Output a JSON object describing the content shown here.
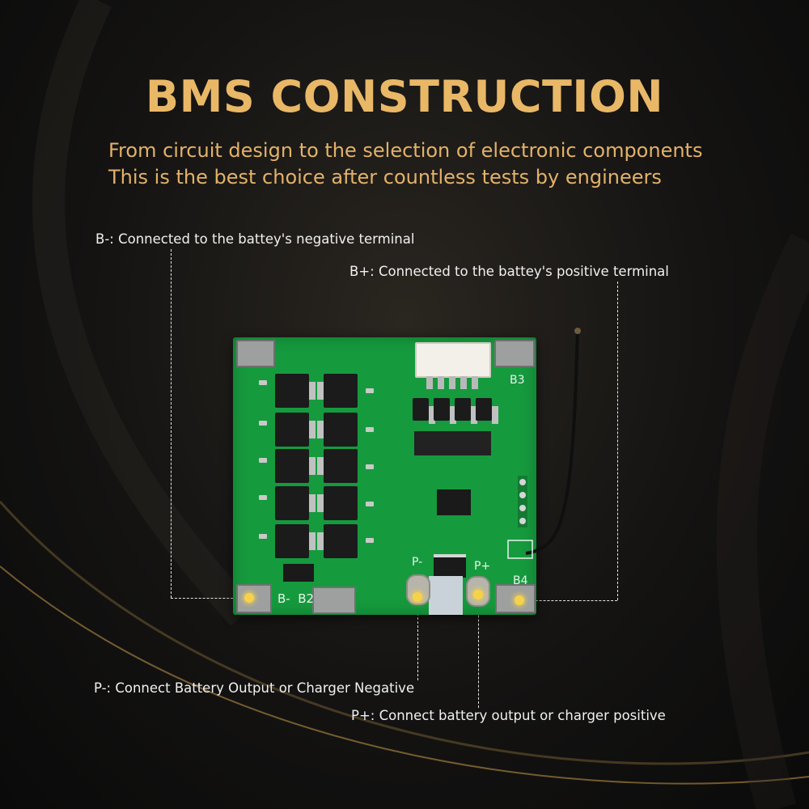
{
  "header": {
    "title": "BMS CONSTRUCTION",
    "subtitle_line1": "From circuit design to the selection of electronic components",
    "subtitle_line2": "This is the best choice after countless tests by engineers"
  },
  "callouts": {
    "b_minus": "B-: Connected to the battey's negative terminal",
    "b_plus": "B+: Connected to the battey's positive terminal",
    "p_minus": "P-: Connect Battery Output or Charger Negative",
    "p_plus": "P+: Connect battery output or charger positive"
  },
  "board_labels": {
    "b3": "B3",
    "b4": "B4",
    "b_minus_b2": "B-  B2",
    "p_minus": "P-",
    "p_plus": "P+"
  },
  "colors": {
    "title": "#e9b867",
    "subtitle": "#e2b26a",
    "board": "#169a3e",
    "callout_text": "#f1f1f1",
    "marker": "#f5d24a"
  }
}
